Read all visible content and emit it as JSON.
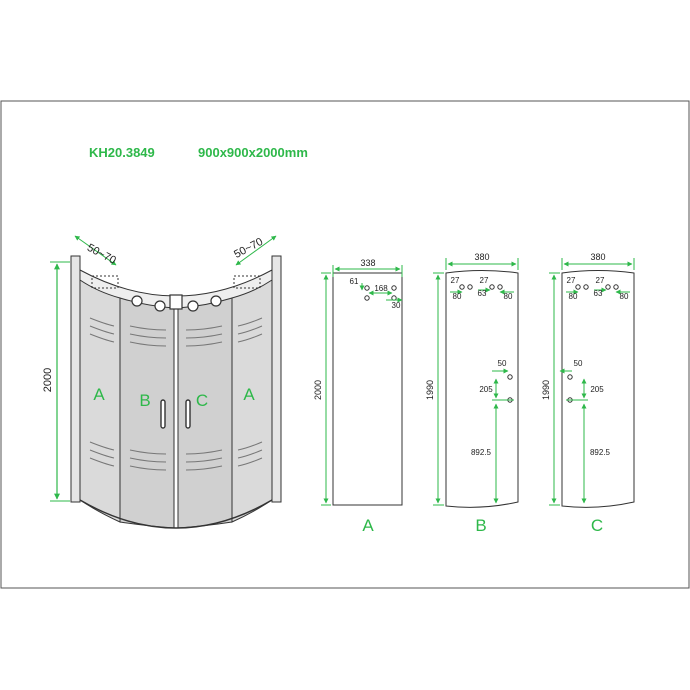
{
  "title": {
    "model": "KH20.3849",
    "size": "900x900x2000mm"
  },
  "colors": {
    "accent_green": "#2eb84a",
    "panel_fill": "#d6d6d6",
    "panel_light": "#ededed",
    "line": "#333333",
    "border": "#555555"
  },
  "enclosure": {
    "height_label": "2000",
    "adjust_left": "50~70",
    "adjust_right": "50~70",
    "panel_labels": [
      "A",
      "B",
      "C",
      "A"
    ]
  },
  "panel_a": {
    "width": "338",
    "height": "2000",
    "dims": [
      "61",
      "168",
      "30"
    ],
    "label": "A"
  },
  "panel_b": {
    "width": "380",
    "height": "1990",
    "dims": [
      "27",
      "27",
      "80",
      "63",
      "80",
      "50",
      "205",
      "892.5"
    ],
    "label": "B"
  },
  "panel_c": {
    "width": "380",
    "height": "1990",
    "dims": [
      "27",
      "27",
      "80",
      "63",
      "80",
      "50",
      "205",
      "892.5"
    ],
    "label": "C"
  }
}
